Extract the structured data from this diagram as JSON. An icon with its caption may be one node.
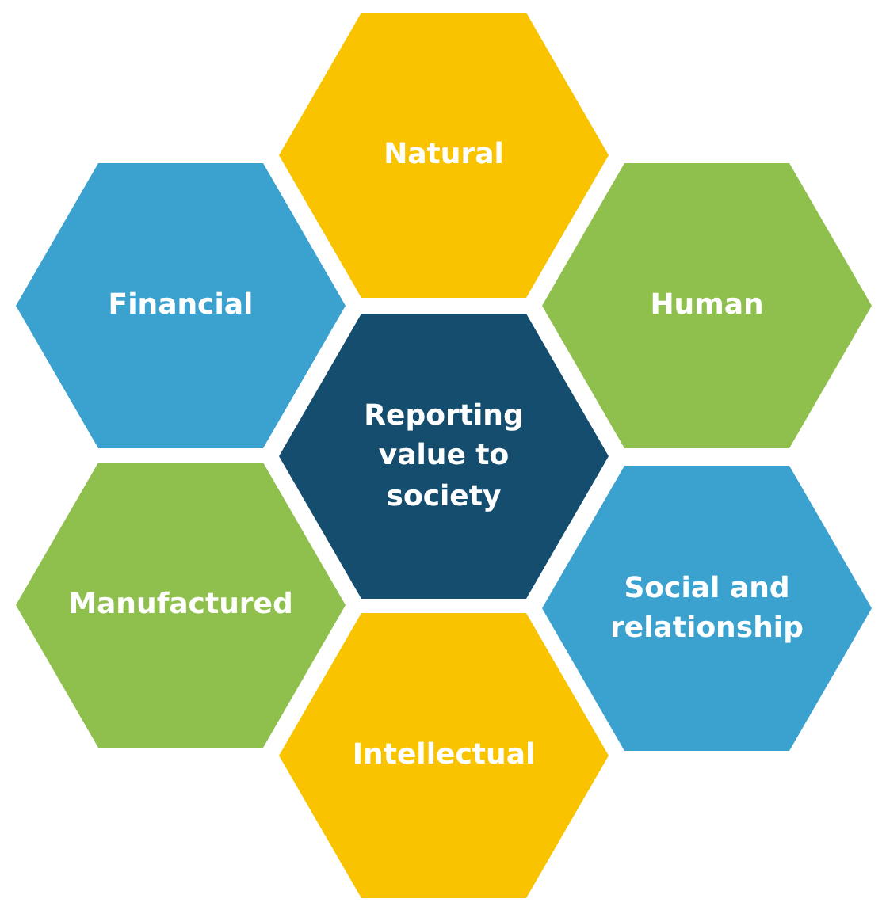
{
  "diagram": {
    "nodes": [
      {
        "text": [
          "Natural"
        ]
      },
      {
        "text": [
          "Financial"
        ]
      },
      {
        "text": [
          "Human"
        ]
      },
      {
        "text": [
          "Reporting value to society"
        ]
      },
      {
        "text": [
          "Manufactured"
        ]
      },
      {
        "text": [
          "Social and relationship"
        ]
      },
      {
        "text": [
          "Intellectual"
        ]
      }
    ]
  }
}
